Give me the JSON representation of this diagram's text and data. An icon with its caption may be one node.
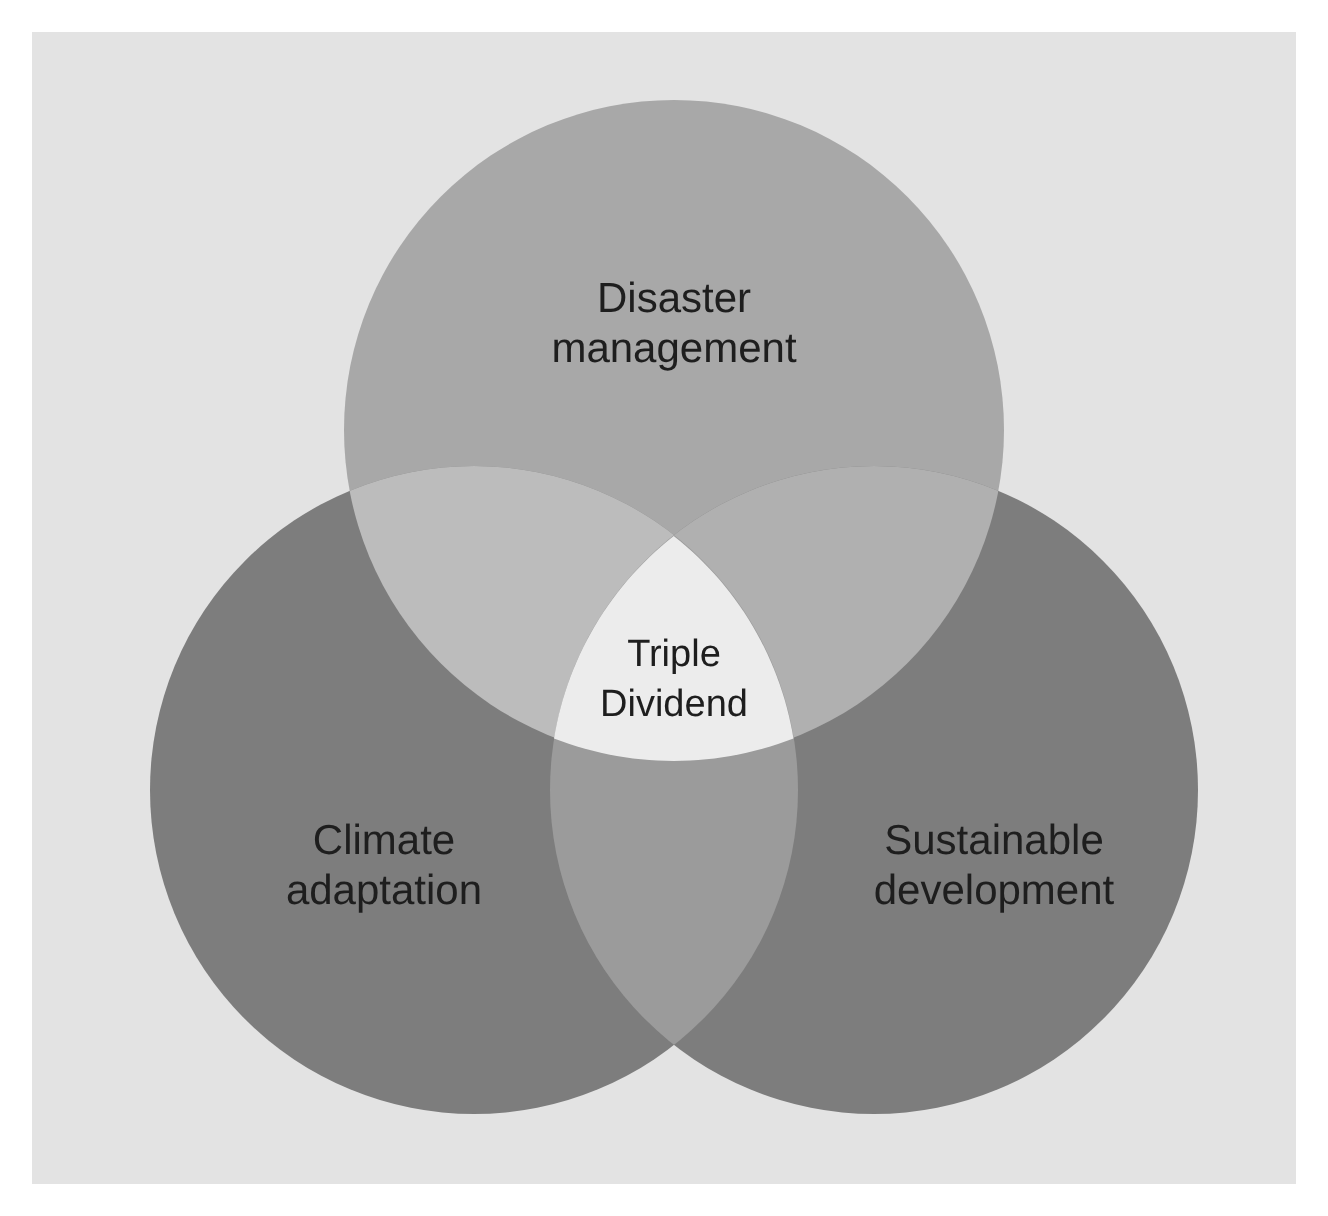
{
  "diagram": {
    "nodes": [
      {
        "text": [
          "Disaster management"
        ]
      },
      {
        "text": [
          "Climate adaptation"
        ]
      },
      {
        "text": [
          "Sustainable development"
        ]
      },
      {
        "text": [
          "Triple Dividend"
        ]
      }
    ]
  }
}
